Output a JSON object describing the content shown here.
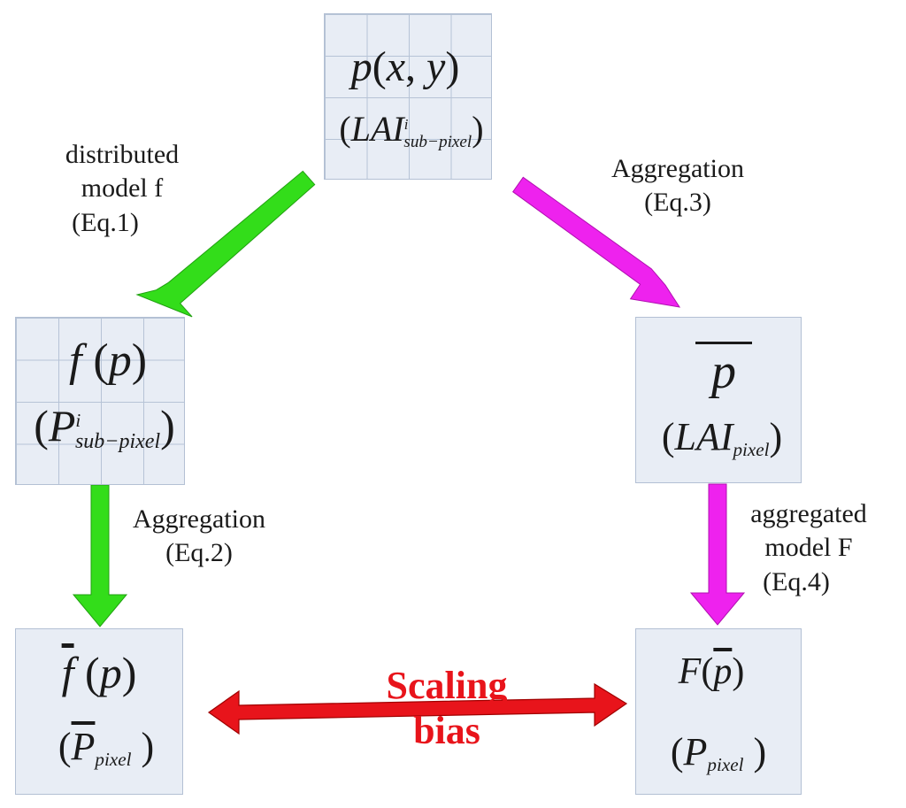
{
  "colors": {
    "green_arrow": "#33dd1a",
    "magenta_arrow": "#ee22ee",
    "red_arrow": "#e8141b",
    "box_fill": "#e8edf5",
    "grid_line": "#b6c3d6"
  },
  "nodes": {
    "source": {
      "math": "p(x, y)",
      "sub_math": "(LAI^i_sub-pixel)"
    },
    "distributed_output": {
      "math": "f(p)",
      "sub_math": "(P^i_sub-pixel)"
    },
    "aggregated_input": {
      "math": "p̄",
      "sub_math": "(LAI_pixel)"
    },
    "left_result": {
      "math": "f̄(p)",
      "sub_math": "(P̄_pixel)"
    },
    "right_result": {
      "math": "F(p̄)",
      "sub_math": "(P_pixel)"
    }
  },
  "edges": {
    "distributed_model": {
      "lines": [
        "distributed",
        "model f",
        "(Eq.1)"
      ]
    },
    "aggregation_top": {
      "lines": [
        "Aggregation",
        "(Eq.3)"
      ]
    },
    "aggregation_left": {
      "lines": [
        "Aggregation",
        "(Eq.2)"
      ]
    },
    "aggregated_model": {
      "lines": [
        "aggregated",
        "model F",
        "(Eq.4)"
      ]
    },
    "scaling_bias": {
      "lines": [
        "Scaling",
        "bias"
      ]
    }
  }
}
